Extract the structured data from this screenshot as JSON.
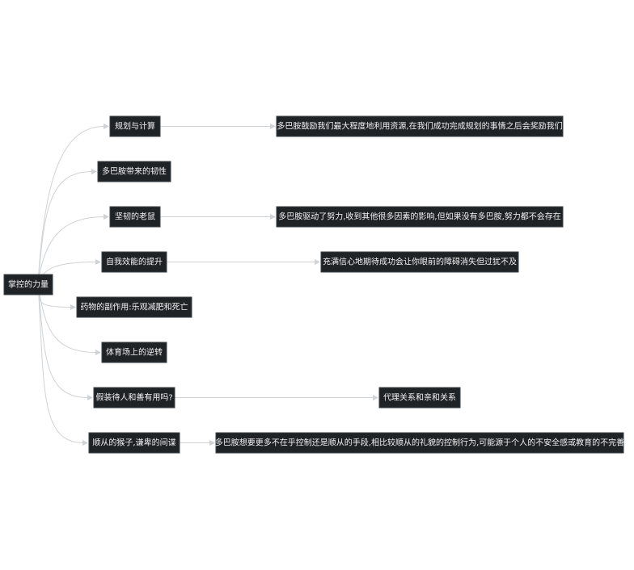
{
  "mindmap": {
    "root": {
      "id": "root",
      "label": "掌控的力量"
    },
    "branches": [
      {
        "id": "b1",
        "label": "规划与计算",
        "detail": "多巴胺鼓励我们最大程度地利用资源,在我们成功完成规划的事情之后会奖励我们"
      },
      {
        "id": "b2",
        "label": "多巴胺带来的韧性",
        "detail": ""
      },
      {
        "id": "b3",
        "label": "坚韧的老鼠",
        "detail": "多巴胺驱动了努力,收到其他很多因素的影响,但如果没有多巴胺,努力都不会存在"
      },
      {
        "id": "b4",
        "label": "自我效能的提升",
        "detail": "充满信心地期待成功会让你眼前的障碍消失但过犹不及"
      },
      {
        "id": "b5",
        "label": "药物的副作用:乐观减肥和死亡",
        "detail": ""
      },
      {
        "id": "b6",
        "label": "体育场上的逆转",
        "detail": ""
      },
      {
        "id": "b7",
        "label": "假装待人和善有用吗?",
        "detail": "代理关系和亲和关系"
      },
      {
        "id": "b8",
        "label": "顺从的猴子,谦卑的间谍",
        "detail": "多巴胺想要更多不在乎控制还是顺从的手段,相比较顺从的礼貌的控制行为,可能源于个人的不安全感或教育的不完善"
      }
    ]
  }
}
